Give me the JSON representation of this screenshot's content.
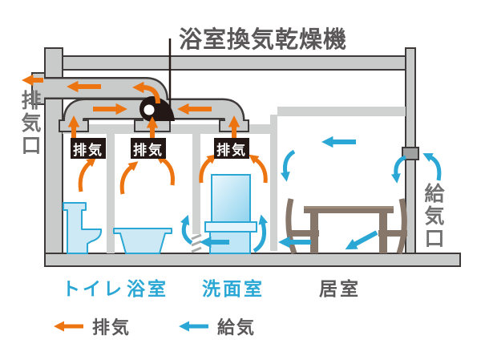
{
  "diagram": {
    "title": "浴室換気乾燥機",
    "exhaust_outlet_label": "排気口",
    "supply_inlet_label": "給気口",
    "vent_labels": [
      "排気",
      "排気",
      "排気"
    ],
    "room_labels": [
      {
        "name": "トイレ",
        "color": "#2aa7d4"
      },
      {
        "name": "浴室",
        "color": "#2aa7d4"
      },
      {
        "name": "洗面室",
        "color": "#2aa7d4"
      },
      {
        "name": "居室",
        "color": "#595757"
      }
    ],
    "legend": [
      {
        "label": "排気",
        "color": "#ed7511"
      },
      {
        "label": "給気",
        "color": "#2aa7d4"
      }
    ],
    "colors": {
      "exhaust_arrow": "#ed7511",
      "supply_arrow": "#2aa7d4",
      "structure_fill": "#c9caca",
      "structure_outline": "#3e3a39",
      "partition_fill": "#d0d1d1",
      "fixture_fill": "#cde9f6",
      "fixture_stroke": "#2aa7d4",
      "mirror_gradient_top": "#eef8fd",
      "mirror_gradient_bottom": "#8fd3ee",
      "furniture": "#87766a",
      "fan_icon": "#231815",
      "label_background": "#231815",
      "label_text": "#ffffff",
      "title_text": "#595757",
      "port_text": "#727171"
    }
  }
}
